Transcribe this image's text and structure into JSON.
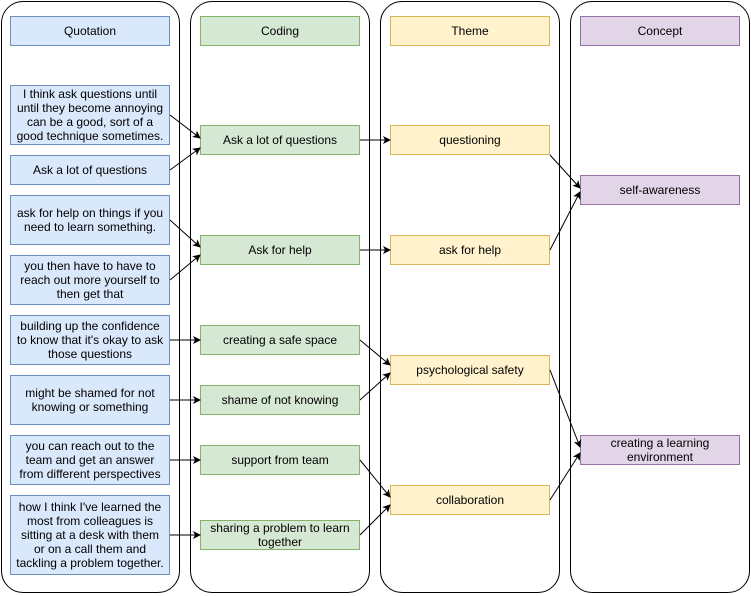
{
  "headers": {
    "quotation": "Quotation",
    "coding": "Coding",
    "theme": "Theme",
    "concept": "Concept"
  },
  "quotes": [
    "I think ask questions until until they become annoying can be a good, sort of a good technique sometimes.",
    "Ask a lot of questions",
    "ask for help on things if you need to learn something.",
    "you then have to have to reach out more yourself to then get that",
    "building up the confidence to know that it's okay to ask those questions",
    "might be shamed for not knowing or something",
    "you can reach out to the team and get an answer from different perspectives",
    "how I think I've learned the most from colleagues is sitting at a desk with them or on a call them and tackling a problem together."
  ],
  "codes": [
    "Ask a lot of questions",
    "Ask for help",
    "creating a safe space",
    "shame of not knowing",
    "support from team",
    "sharing a problem to learn together"
  ],
  "themes": [
    "questioning",
    "ask for help",
    "psychological safety",
    "collaboration"
  ],
  "concepts": [
    "self-awareness",
    "creating a learning environment"
  ],
  "colors": {
    "quotation": "#dae8fc",
    "coding": "#d5e8d4",
    "theme": "#fff2cc",
    "concept": "#e1d5e7"
  }
}
